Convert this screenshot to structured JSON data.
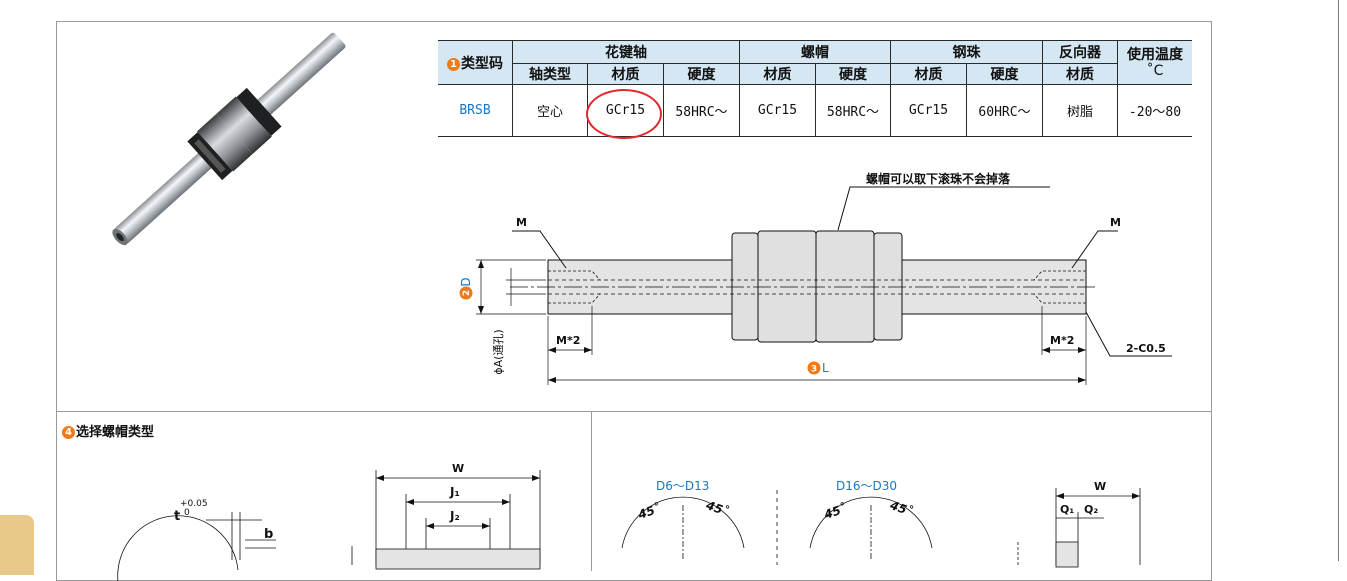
{
  "table": {
    "num_type": "1",
    "header_type_code": "类型码",
    "group_shaft": "花键轴",
    "group_nut": "螺帽",
    "group_ball": "钢珠",
    "group_reverser": "反向器",
    "group_temp": "使用温度",
    "temp_unit": "˚C",
    "sub_shaft_type": "轴类型",
    "sub_shaft_material": "材质",
    "sub_shaft_hardness": "硬度",
    "sub_nut_material": "材质",
    "sub_nut_hardness": "硬度",
    "sub_ball_material": "材质",
    "sub_ball_hardness": "硬度",
    "sub_reverser_material": "材质",
    "row": {
      "type_code": "BRSB",
      "shaft_type": "空心",
      "shaft_material": "GCr15",
      "shaft_hardness": "58HRC～",
      "nut_material": "GCr15",
      "nut_hardness": "58HRC～",
      "ball_material": "GCr15",
      "ball_hardness": "60HRC～",
      "reverser_material": "树脂",
      "temp_range": "-20～80"
    }
  },
  "drawing": {
    "note_nut": "螺帽可以取下滚珠不会掉落",
    "label_m_left": "M",
    "label_m_right": "M",
    "label_m2_left": "M*2",
    "label_m2_right": "M*2",
    "label_chamfer": "2-C0.5",
    "num_d": "2",
    "label_d": "D",
    "label_phi_a": "ϕA(通孔)",
    "num_l": "3",
    "label_l": "L"
  },
  "bottom": {
    "num_nut": "4",
    "title": "选择螺帽类型",
    "label_t": "t",
    "label_tol_upper": "+0.05",
    "label_tol_lower": "0",
    "label_b": "b",
    "label_w": "W",
    "label_j1": "J₁",
    "label_j2": "J₂",
    "label_range_small": "D6～D13",
    "label_range_large": "D16～D30",
    "label_45a": "45˚",
    "label_45b": "45˚",
    "label_45c": "45˚",
    "label_45d": "45˚",
    "label_w2": "W",
    "label_q1": "Q₁",
    "label_q2": "Q₂"
  },
  "colors": {
    "header_bg": "#d5e7f2",
    "accent_orange": "#f07a1a",
    "accent_blue": "#1b76c4",
    "highlight_red": "#e0282d"
  }
}
